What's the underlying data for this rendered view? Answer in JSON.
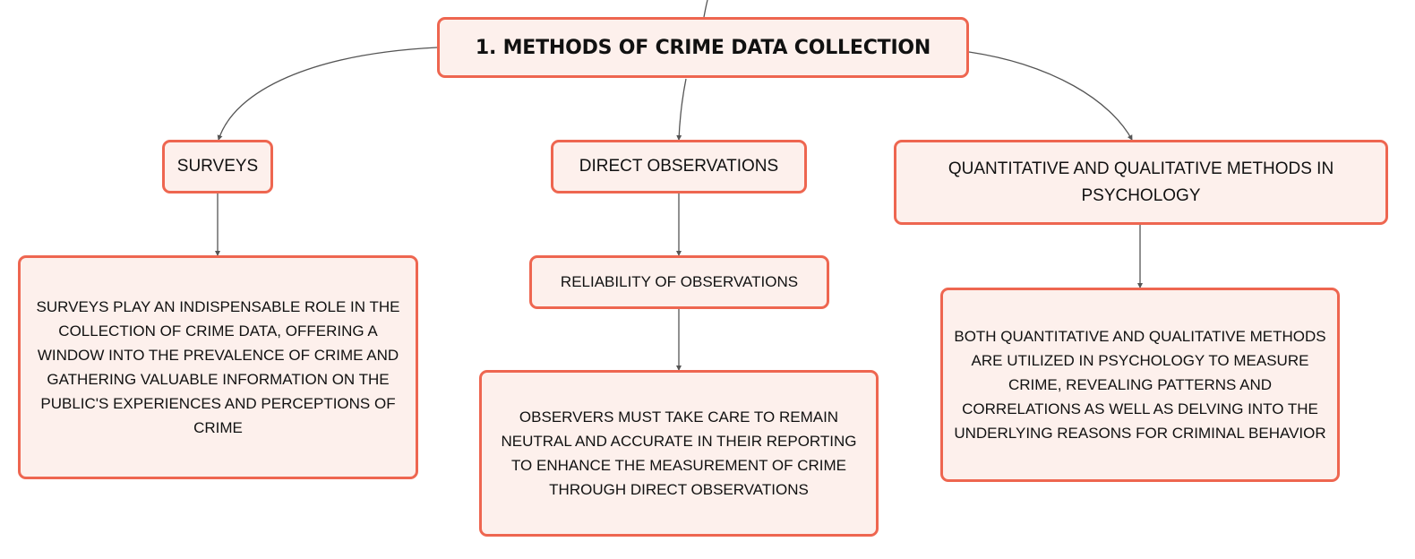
{
  "diagram": {
    "root": {
      "label": "1. METHODS OF CRIME DATA COLLECTION"
    },
    "branches": [
      {
        "label": "SURVEYS",
        "detail": "SURVEYS PLAY AN INDISPENSABLE ROLE IN THE COLLECTION OF CRIME DATA, OFFERING A WINDOW INTO THE PREVALENCE OF CRIME AND GATHERING VALUABLE INFORMATION ON THE PUBLIC'S EXPERIENCES AND PERCEPTIONS OF CRIME"
      },
      {
        "label": "DIRECT OBSERVATIONS",
        "child": "RELIABILITY OF OBSERVATIONS",
        "detail": "OBSERVERS MUST TAKE CARE TO REMAIN NEUTRAL AND ACCURATE IN THEIR REPORTING TO ENHANCE THE MEASUREMENT OF CRIME THROUGH DIRECT OBSERVATIONS"
      },
      {
        "label": "QUANTITATIVE AND QUALITATIVE METHODS IN PSYCHOLOGY",
        "detail": "BOTH QUANTITATIVE AND QUALITATIVE METHODS ARE UTILIZED IN PSYCHOLOGY TO MEASURE CRIME, REVEALING PATTERNS AND CORRELATIONS AS WELL AS DELVING INTO THE UNDERLYING REASONS FOR CRIMINAL BEHAVIOR"
      }
    ],
    "colors": {
      "node_border": "#ee6650",
      "node_fill": "#fdf0ec",
      "connector": "#555555",
      "text": "#111111"
    }
  }
}
